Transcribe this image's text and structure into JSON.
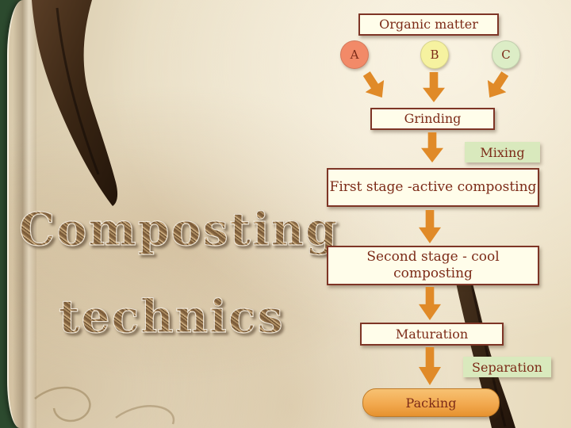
{
  "slide": {
    "title": {
      "line1": "Composting",
      "line2": "technics"
    }
  },
  "flowchart": {
    "organic_matter": {
      "label": "Organic matter"
    },
    "inputs": [
      {
        "label": "A"
      },
      {
        "label": "B"
      },
      {
        "label": "C"
      }
    ],
    "grinding": {
      "label": "Grinding"
    },
    "mixing": {
      "label": "Mixing"
    },
    "first_stage": {
      "label": "First stage -active composting"
    },
    "second_stage": {
      "label": "Second stage - cool composting"
    },
    "maturation": {
      "label": "Maturation"
    },
    "separation": {
      "label": "Separation"
    },
    "packing": {
      "label": "Packing"
    }
  },
  "colors": {
    "edge_green": "#2c4a2e",
    "box_bg": "#fffdea",
    "box_border": "#7e3526",
    "box_text": "#7c2b18",
    "arrow": "#e08a28",
    "green_label_bg": "#d9e9bd",
    "packing_bg": "#f2a94f",
    "circle_a": "#f28a68",
    "circle_b": "#f6f2a0",
    "circle_c": "#dcedc6",
    "leaf_brown": "#3e2a18"
  }
}
